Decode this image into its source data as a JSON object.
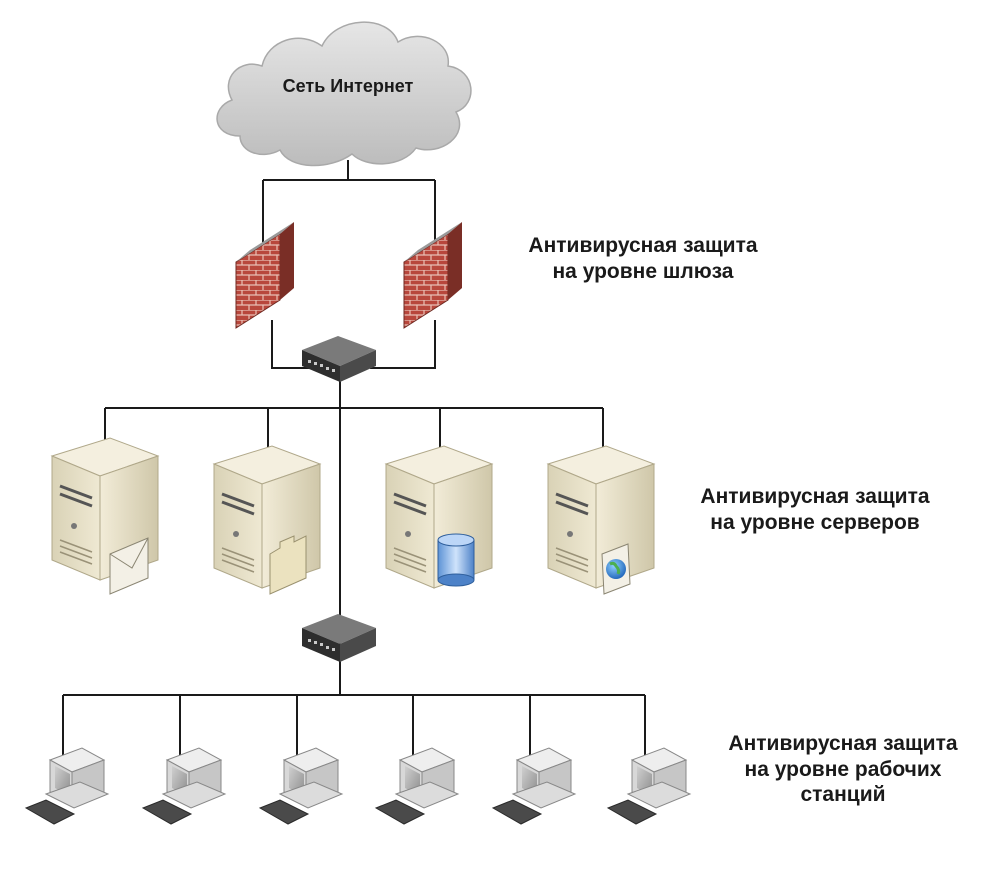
{
  "cloud": {
    "label": "Сеть Интернет"
  },
  "tiers": {
    "gateway": {
      "line1": "Антивирусная защита",
      "line2": "на уровне шлюза"
    },
    "servers": {
      "line1": "Антивирусная защита",
      "line2": "на уровне серверов"
    },
    "workstations": {
      "line1": "Антивирусная защита",
      "line2": "на уровне рабочих",
      "line3": "станций"
    }
  },
  "servers": [
    {
      "role": "mail",
      "badge_icon": "envelope-icon"
    },
    {
      "role": "file",
      "badge_icon": "folder-icon"
    },
    {
      "role": "database",
      "badge_icon": "database-icon"
    },
    {
      "role": "web",
      "badge_icon": "globe-icon"
    }
  ],
  "workstation_count": 6,
  "colors": {
    "line": "#1a1a1a",
    "cloud": "#d2d2d2",
    "firewall_brick": "#b8473c",
    "server_beige": "#ddd6bc",
    "switch_body": "#3a3a3a"
  }
}
